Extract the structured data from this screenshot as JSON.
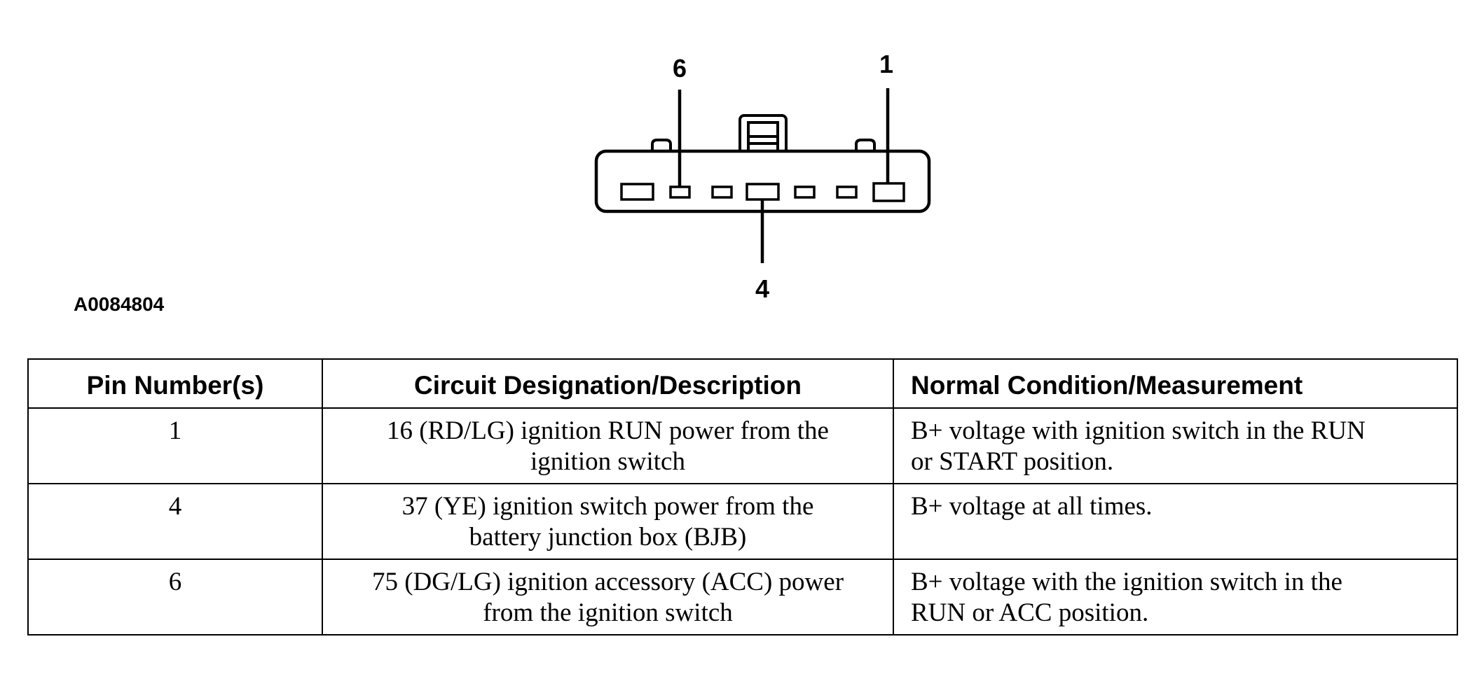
{
  "figure": {
    "id": "A0084804",
    "callouts": {
      "pin_1": "1",
      "pin_4": "4",
      "pin_6": "6"
    }
  },
  "table": {
    "headers": {
      "pin": "Pin Number(s)",
      "circuit": "Circuit Designation/Description",
      "condition": "Normal Condition/Measurement"
    },
    "rows": [
      {
        "pin": "1",
        "circuit_line1": "16 (RD/LG) ignition RUN power from the",
        "circuit_line2": "ignition switch",
        "condition_line1": "B+ voltage with ignition switch in the RUN",
        "condition_line2": "or START position."
      },
      {
        "pin": "4",
        "circuit_line1": "37 (YE) ignition switch power from the",
        "circuit_line2": "battery junction box (BJB)",
        "condition_line1": "B+ voltage at all times.",
        "condition_line2": ""
      },
      {
        "pin": "6",
        "circuit_line1": "75 (DG/LG) ignition accessory (ACC) power",
        "circuit_line2": "from the ignition switch",
        "condition_line1": "B+ voltage with the ignition switch in the",
        "condition_line2": "RUN or ACC position."
      }
    ]
  }
}
